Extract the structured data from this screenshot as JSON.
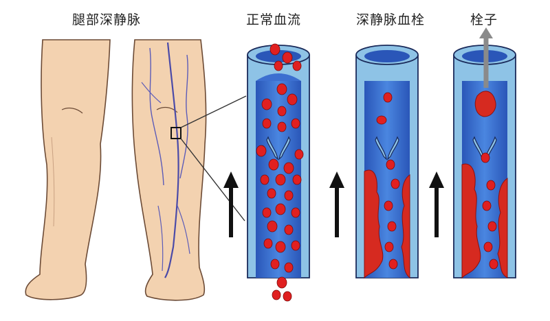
{
  "labels": {
    "legs": "腿部深静脉",
    "normal_flow": "正常血流",
    "dvt": "深静脉血栓",
    "embolus": "栓子"
  },
  "colors": {
    "skin": "#f3d2b0",
    "skin_outline": "#6b4a35",
    "vein": "#4a4aa8",
    "vessel_outer": "#8ec3e6",
    "vessel_inner": "#3c6fd0",
    "vessel_outline": "#1a2a5a",
    "blood_cell": "#e02020",
    "clot": "#d62a20",
    "arrow": "#111111",
    "embolus_arrow": "#8a8a8a"
  },
  "icons": {
    "zoom_marker": "square-marker",
    "flow_arrow": "up-arrow-icon",
    "valve": "valve-flaps"
  }
}
